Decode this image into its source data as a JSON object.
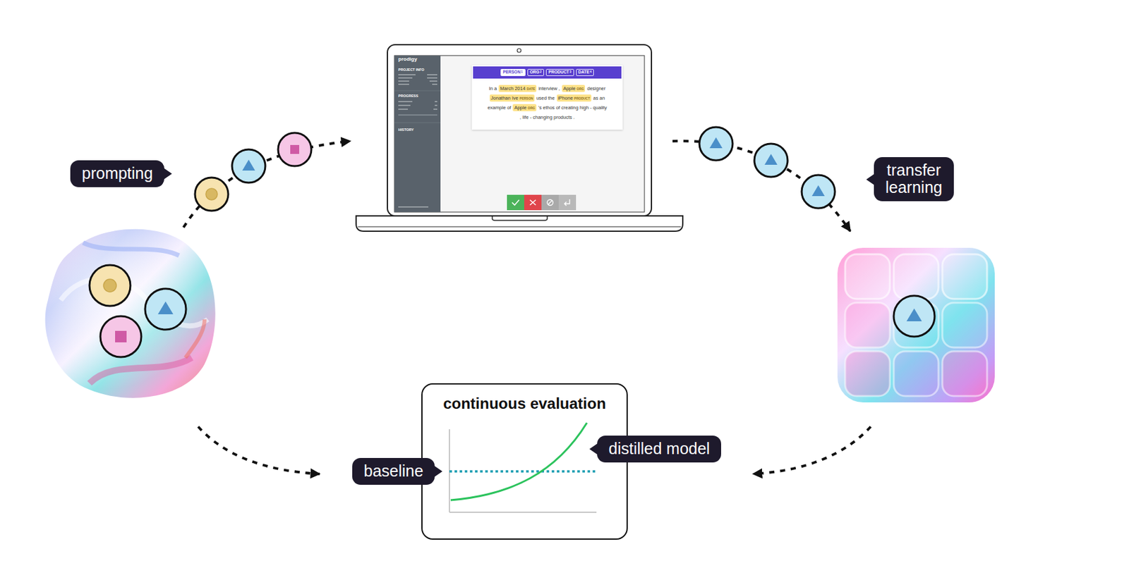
{
  "diagram": {
    "nodes": [
      {
        "text": [
          "prompting"
        ]
      },
      {
        "text": [
          "transfer learning"
        ]
      },
      {
        "text": [
          "continuous evaluation"
        ]
      },
      {
        "text": [
          "distilled model"
        ]
      },
      {
        "text": [
          "baseline"
        ]
      }
    ],
    "labels": [
      "prodigy",
      "PROJECT INFO",
      "PROGRESS",
      "HISTORY",
      "PERSON",
      "1",
      "ORG",
      "2",
      "PRODUCT",
      "3",
      "DATE",
      "4",
      "In a",
      "March 2014",
      "DATE",
      "interview ,",
      "Apple",
      "ORG",
      "designer",
      "Jonathan Ive",
      "PERSON",
      "used the",
      "iPhone",
      "PRODUCT",
      "as an",
      "example of",
      "Apple",
      "ORG",
      "'s ethos of creating high - quality",
      ", life - changing products ."
    ]
  }
}
